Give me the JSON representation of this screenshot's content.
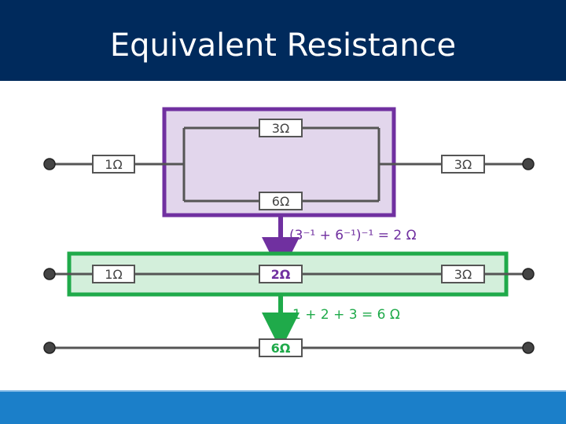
{
  "slide": {
    "title": "Equivalent Resistance"
  },
  "diagram": {
    "top_circuit": {
      "left_resistor": "1Ω",
      "parallel_top_resistor": "3Ω",
      "parallel_bottom_resistor": "6Ω",
      "right_resistor": "3Ω"
    },
    "step1_equation": "(3⁻¹ + 6⁻¹)⁻¹ = 2 Ω",
    "middle_circuit": {
      "left_resistor": "1Ω",
      "center_resistor": "2Ω",
      "right_resistor": "3Ω"
    },
    "step2_equation": "1 + 2 + 3 = 6 Ω",
    "bottom_circuit": {
      "total_resistor": "6Ω"
    },
    "colors": {
      "title_bar": "#002a5c",
      "footer_bar": "#1b7fc9",
      "purple": "#7030a0",
      "purple_fill": "#e2d6ec",
      "green": "#1faa4a",
      "green_fill": "#d3efdb",
      "wire": "#555555",
      "resistor_text": "#444444"
    }
  }
}
